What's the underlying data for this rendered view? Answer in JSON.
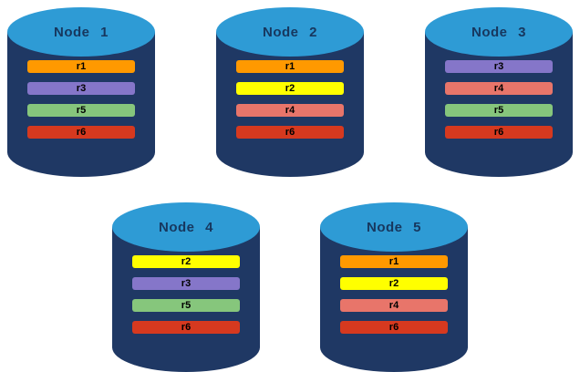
{
  "colors": {
    "background": "#FFFFFF",
    "cylinder_body": "#1F3864",
    "cylinder_top": "#2E9BD5",
    "node_label_text": "#17375E",
    "bar_text": "#000000"
  },
  "replica_colors": {
    "r1": "#FF9900",
    "r2": "#FFFF00",
    "r3": "#8576C9",
    "r4": "#E8756A",
    "r5": "#86C67C",
    "r6": "#D6391F"
  },
  "nodes": [
    {
      "label": "Node 1",
      "replicas": [
        "r1",
        "r3",
        "r5",
        "r6"
      ]
    },
    {
      "label": "Node 2",
      "replicas": [
        "r1",
        "r2",
        "r4",
        "r6"
      ]
    },
    {
      "label": "Node 3",
      "replicas": [
        "r3",
        "r4",
        "r5",
        "r6"
      ]
    },
    {
      "label": "Node 4",
      "replicas": [
        "r2",
        "r3",
        "r5",
        "r6"
      ]
    },
    {
      "label": "Node 5",
      "replicas": [
        "r1",
        "r2",
        "r4",
        "r6"
      ]
    }
  ],
  "layout": {
    "rows": [
      [
        0,
        1,
        2
      ],
      [
        3,
        4
      ]
    ]
  }
}
